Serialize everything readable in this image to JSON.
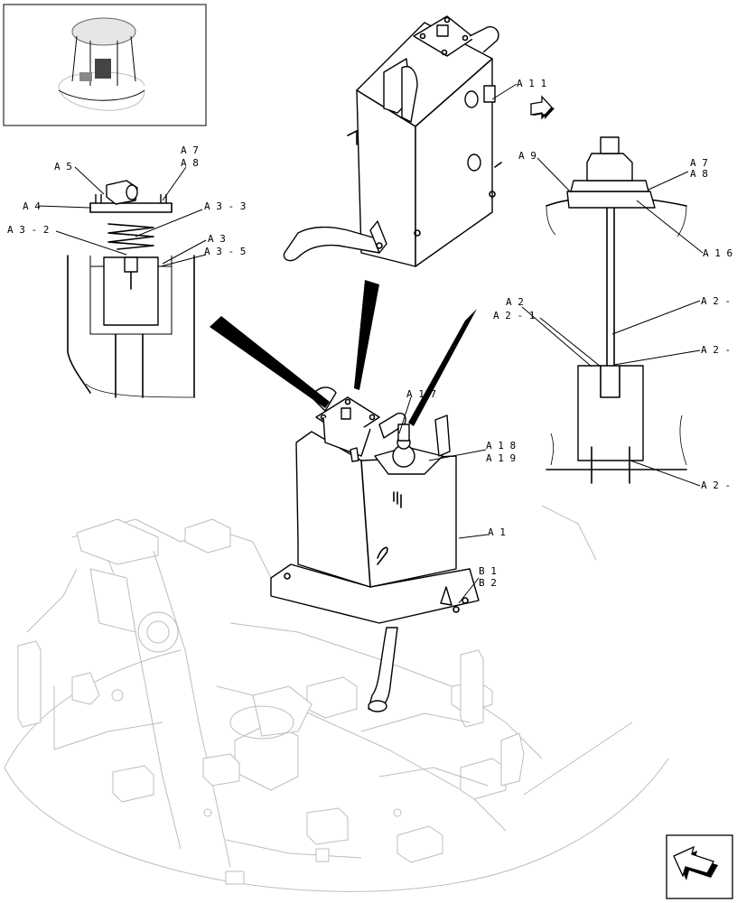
{
  "callouts": {
    "a1": "A 1",
    "a2": "A 2",
    "a2_1": "A 2 - 1",
    "a2_r1": "A 2 -",
    "a2_r2": "A 2 -",
    "a2_r3": "A 2 -",
    "a3": "A 3",
    "a3_2": "A 3 - 2",
    "a3_3": "A 3 - 3",
    "a3_5": "A 3 - 5",
    "a4": "A 4",
    "a5": "A 5",
    "a7_left": "A 7",
    "a8_left": "A 8",
    "a7_right": "A 7",
    "a8_right": "A 8",
    "a9": "A 9",
    "a11": "A 1 1",
    "a16": "A 1 6",
    "a17": "A 1 7",
    "a18": "A 1 8",
    "a19": "A 1 9",
    "b1": "B 1",
    "b2": "B 2"
  },
  "icons": {
    "direction_arrow": "direction-arrow-icon",
    "nav_arrow": "navigation-arrow-icon"
  },
  "colors": {
    "line": "#000000",
    "frame_ghost": "#bdbdbd",
    "background": "#ffffff"
  }
}
